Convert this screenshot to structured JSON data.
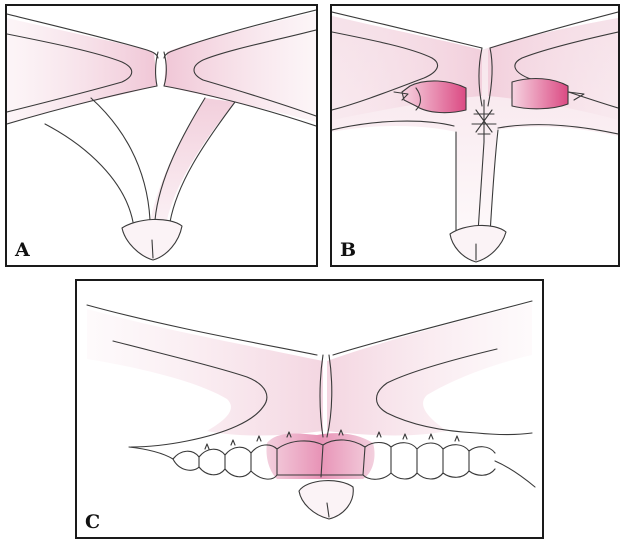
{
  "panels": [
    {
      "id": "A",
      "label": "A"
    },
    {
      "id": "B",
      "label": "B"
    },
    {
      "id": "C",
      "label": "C"
    }
  ],
  "colors": {
    "outline": "#3a3a3a",
    "tissue_light": "#f7e3ea",
    "tissue_mid": "#f0c6d6",
    "tissue_deep": "#dc4d85",
    "border": "#1a1a1a"
  }
}
